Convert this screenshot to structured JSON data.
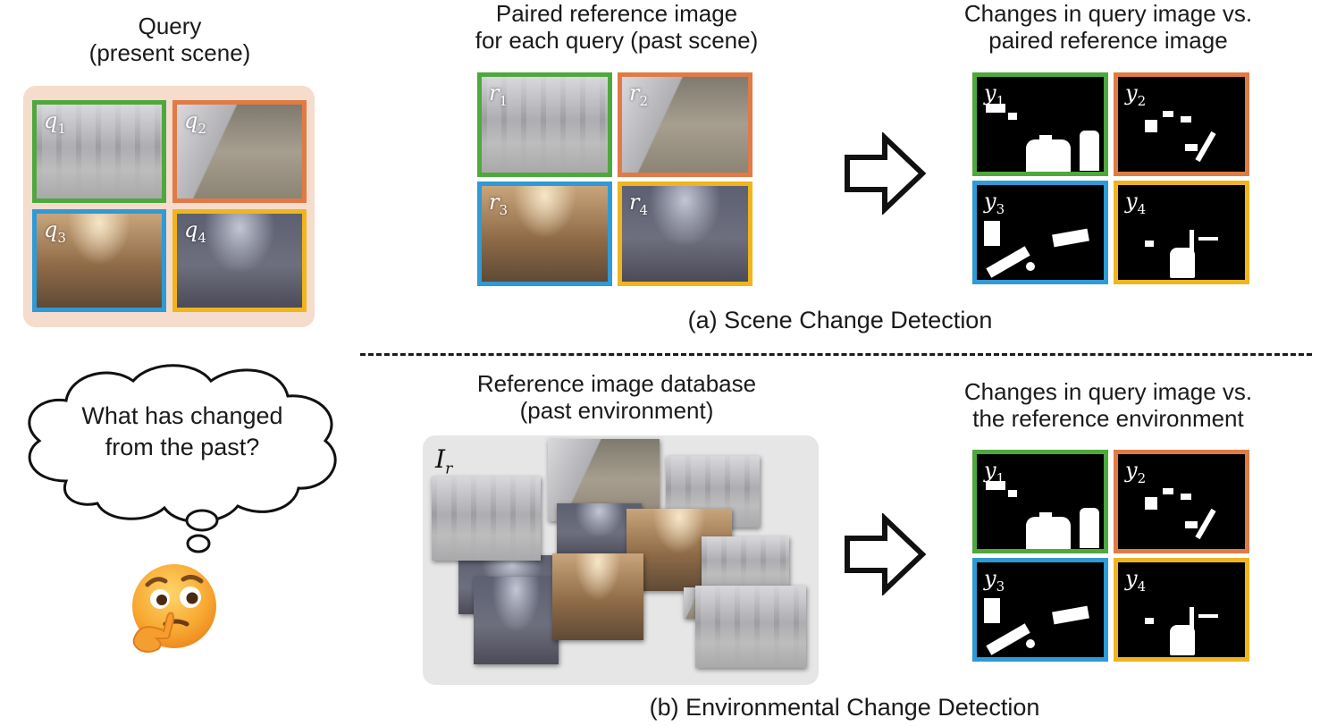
{
  "query": {
    "title_line1": "Query",
    "title_line2": "(present scene)",
    "tiles": [
      {
        "sym": "q",
        "sub": "1"
      },
      {
        "sym": "q",
        "sub": "2"
      },
      {
        "sym": "q",
        "sub": "3"
      },
      {
        "sym": "q",
        "sub": "4"
      }
    ]
  },
  "paired": {
    "title_line1": "Paired reference image",
    "title_line2": "for each query (past scene)",
    "tiles": [
      {
        "sym": "r",
        "sub": "1"
      },
      {
        "sym": "r",
        "sub": "2"
      },
      {
        "sym": "r",
        "sub": "3"
      },
      {
        "sym": "r",
        "sub": "4"
      }
    ]
  },
  "changes_a": {
    "title_line1": "Changes in query image vs.",
    "title_line2": "paired reference image",
    "tiles": [
      {
        "sym": "y",
        "sub": "1"
      },
      {
        "sym": "y",
        "sub": "2"
      },
      {
        "sym": "y",
        "sub": "3"
      },
      {
        "sym": "y",
        "sub": "4"
      }
    ]
  },
  "caption_a": "(a) Scene Change Detection",
  "thought": {
    "line1": "What has changed",
    "line2": "from the past?",
    "emoji": "thinking-face"
  },
  "database": {
    "title_line1": "Reference image database",
    "title_line2": "(past environment)",
    "sym": "I",
    "sub": "r"
  },
  "changes_b": {
    "title_line1": "Changes in query image vs.",
    "title_line2": "the reference environment",
    "tiles": [
      {
        "sym": "y",
        "sub": "1"
      },
      {
        "sym": "y",
        "sub": "2"
      },
      {
        "sym": "y",
        "sub": "3"
      },
      {
        "sym": "y",
        "sub": "4"
      }
    ]
  },
  "caption_b": "(b) Environmental Change Detection",
  "colors": {
    "green": "#4fa83d",
    "orange": "#e07b45",
    "blue": "#2f9ad6",
    "yellow": "#f0b51e",
    "query_panel": "#f5dccd",
    "database_panel": "#e6e6e6"
  }
}
